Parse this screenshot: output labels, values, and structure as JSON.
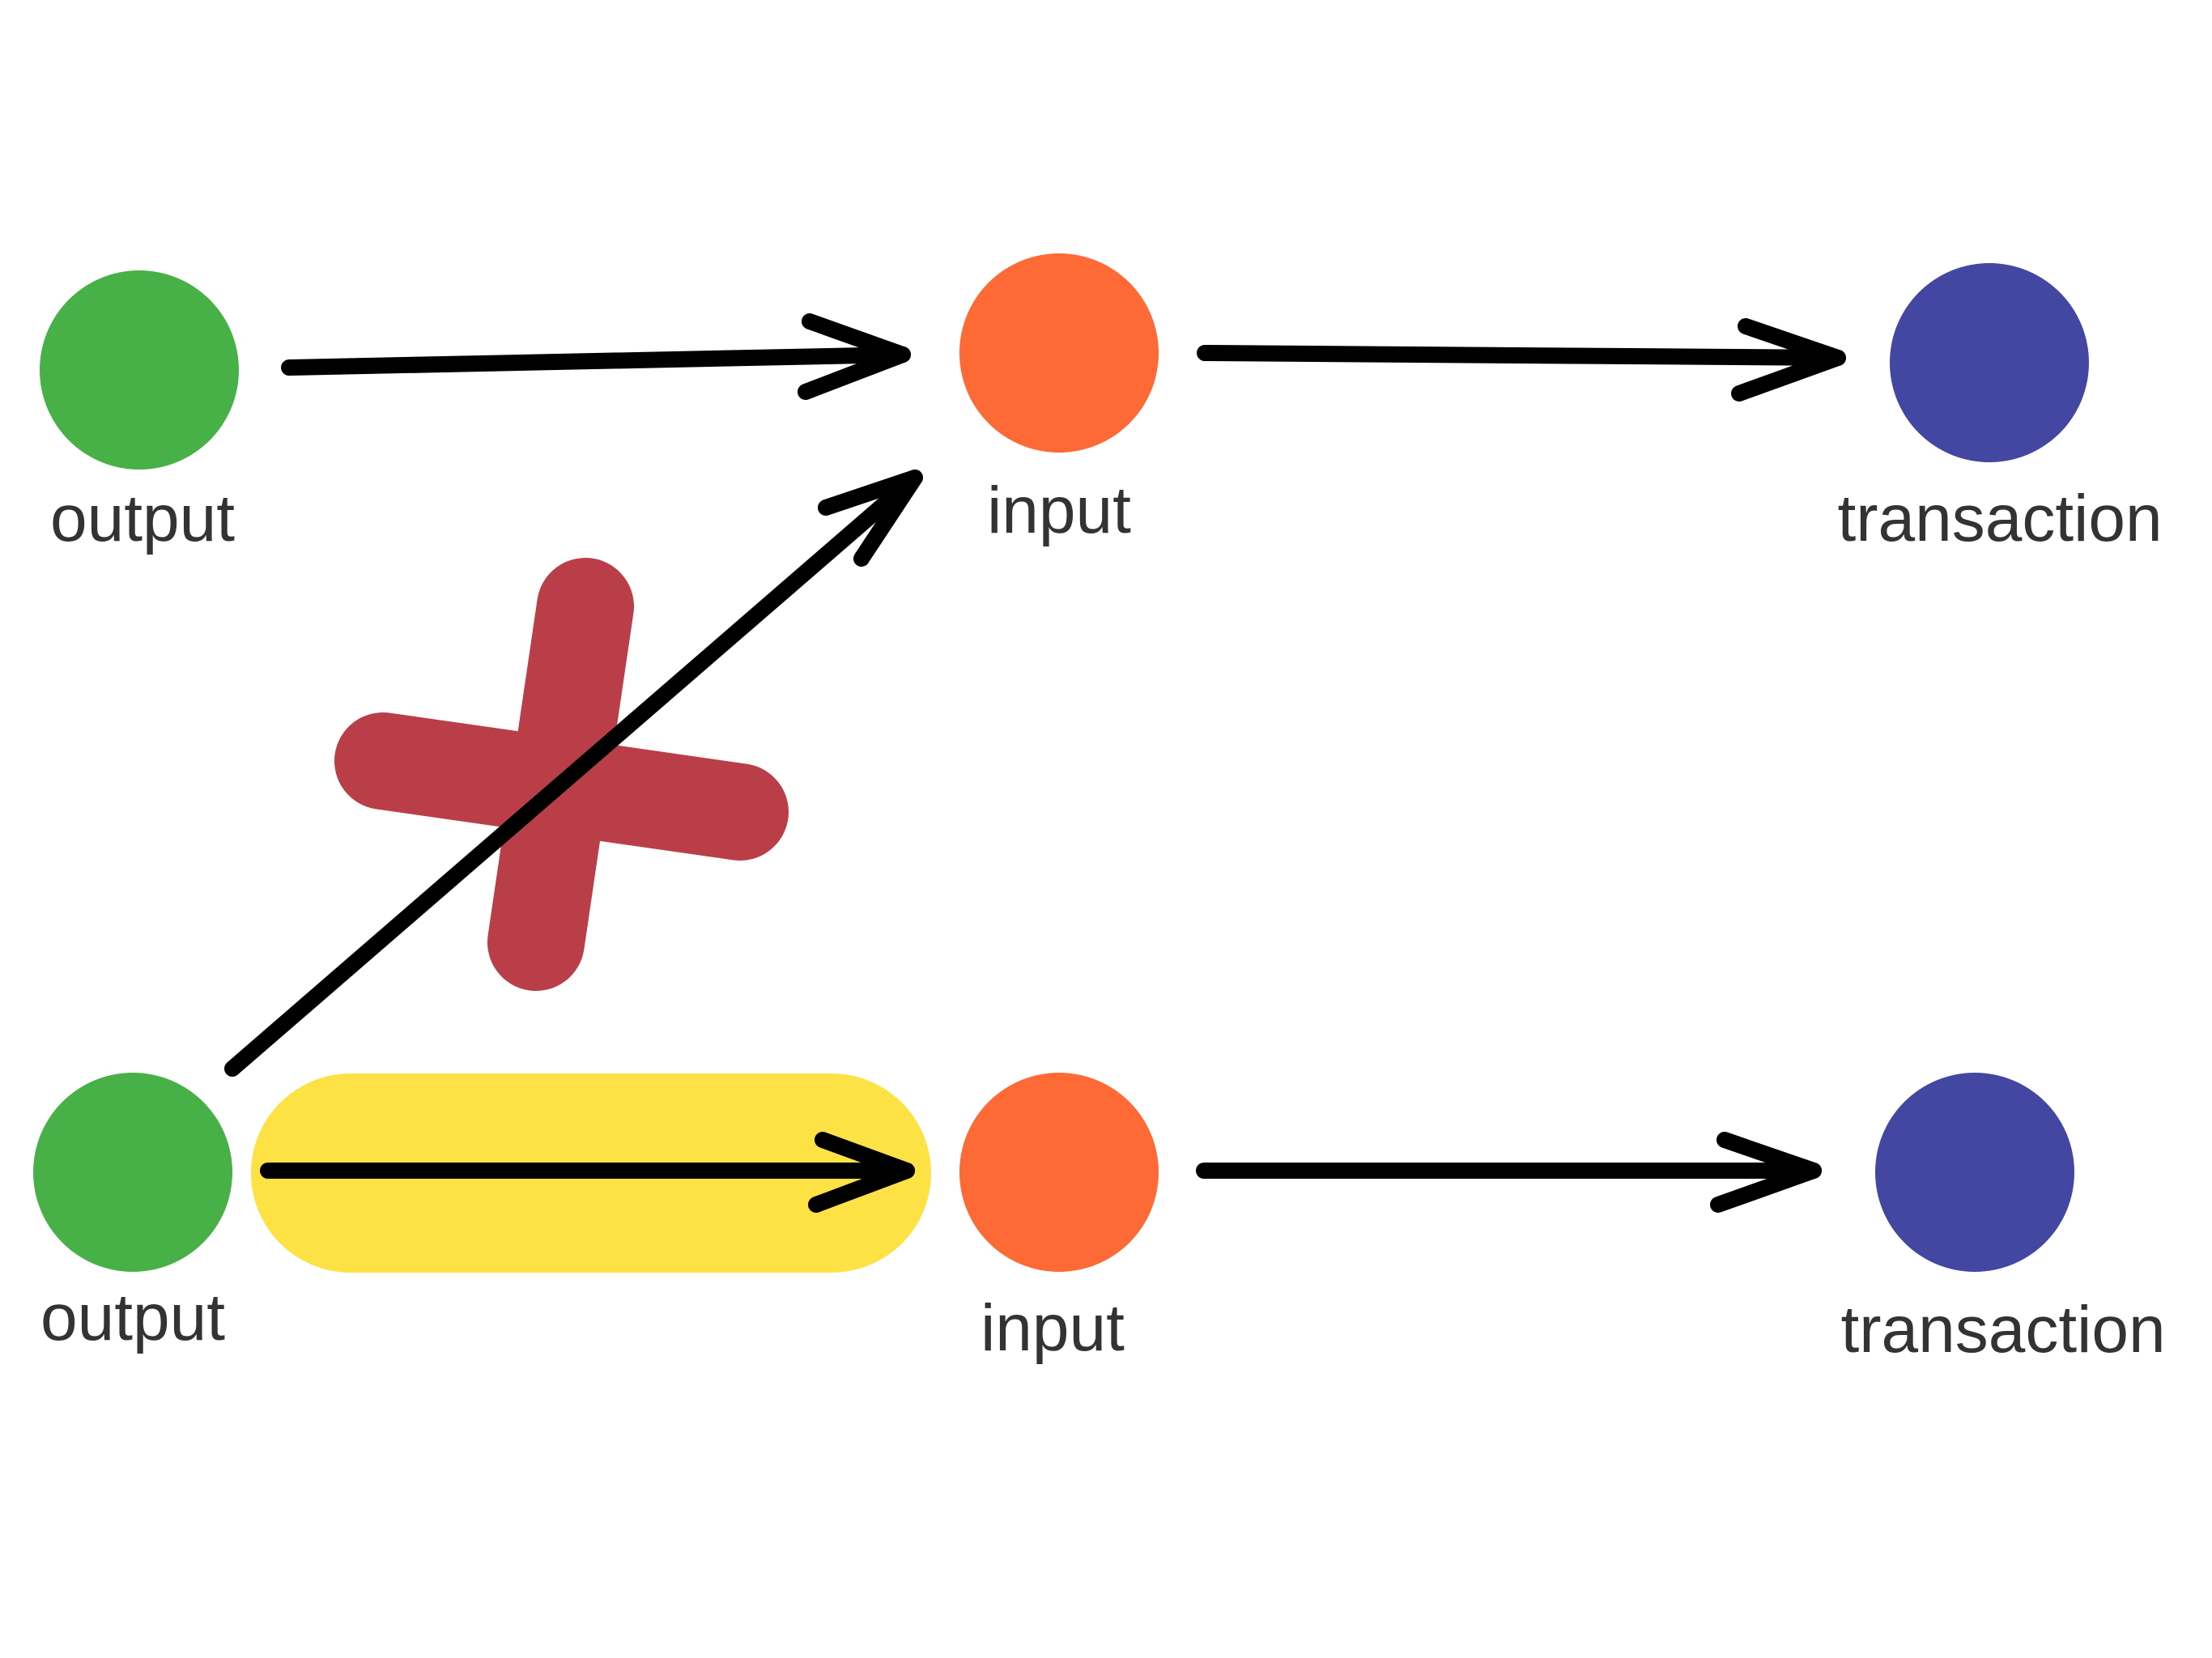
{
  "diagram": {
    "title": "",
    "colors": {
      "output": "#47B047",
      "input": "#FD6A35",
      "transaction": "#4347A1",
      "highlight": "#FDE245",
      "cross": "#BA3E47",
      "text": "#333333",
      "arrow": "#000000"
    },
    "rows": [
      {
        "nodes": [
          {
            "id": "output-1",
            "type": "output",
            "label": "output"
          },
          {
            "id": "input-1",
            "type": "input",
            "label": "input"
          },
          {
            "id": "transaction-1",
            "type": "transaction",
            "label": "transaction"
          }
        ]
      },
      {
        "nodes": [
          {
            "id": "output-2",
            "type": "output",
            "label": "output"
          },
          {
            "id": "input-2",
            "type": "input",
            "label": "input"
          },
          {
            "id": "transaction-2",
            "type": "transaction",
            "label": "transaction"
          }
        ]
      }
    ],
    "edges": [
      {
        "from": "output-1",
        "to": "input-1",
        "status": "normal"
      },
      {
        "from": "input-1",
        "to": "transaction-1",
        "status": "normal"
      },
      {
        "from": "output-2",
        "to": "input-1",
        "status": "crossed-out"
      },
      {
        "from": "output-2",
        "to": "input-2",
        "status": "highlighted"
      },
      {
        "from": "input-2",
        "to": "transaction-2",
        "status": "normal"
      }
    ],
    "annotations": [
      {
        "type": "cross-mark",
        "meaning": "invalid",
        "on_edge": "output-2 -> input-1"
      },
      {
        "type": "highlight",
        "meaning": "valid",
        "on_edge": "output-2 -> input-2"
      }
    ]
  }
}
